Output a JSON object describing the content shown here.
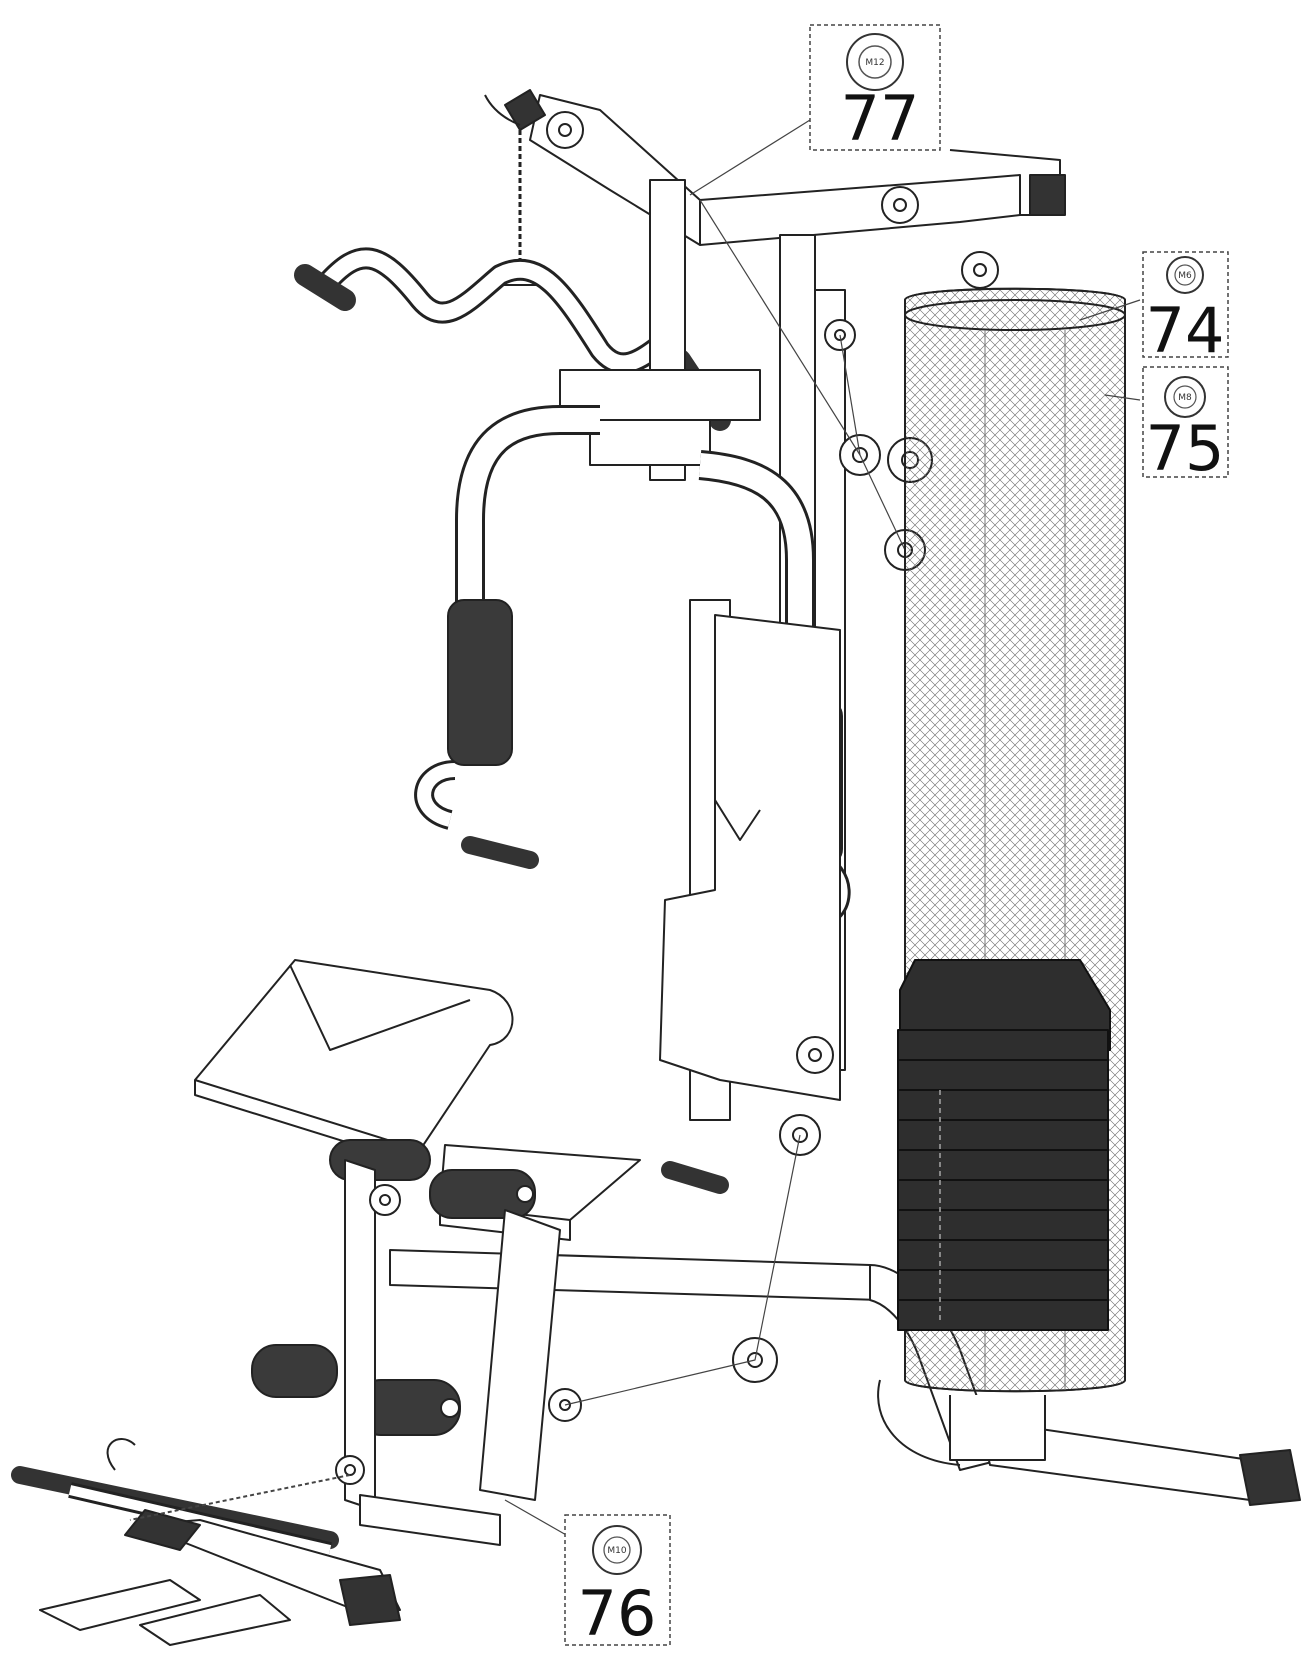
{
  "callouts": [
    {
      "number": "77",
      "fastener": "M12"
    },
    {
      "number": "74",
      "fastener": "M6"
    },
    {
      "number": "75",
      "fastener": "M8"
    },
    {
      "number": "76",
      "fastener": "M10"
    }
  ],
  "colors": {
    "line": "#222222",
    "pad": "#3a3a3a",
    "weight": "#2e2e2e",
    "background": "#ffffff",
    "dash": "#555555"
  }
}
